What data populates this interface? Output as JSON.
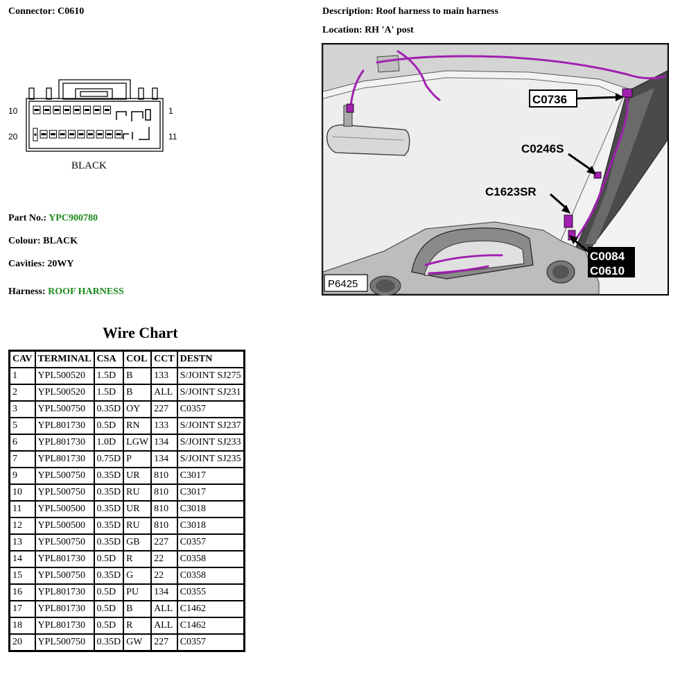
{
  "connector": {
    "label": "Connector:",
    "value": "C0610"
  },
  "description": {
    "label": "Description:",
    "value": "Roof harness to main harness"
  },
  "location": {
    "label": "Location:",
    "value": "RH 'A' post"
  },
  "diagram": {
    "pin_labels": {
      "top_left": "10",
      "top_right": "1",
      "bottom_left": "20",
      "bottom_right": "11"
    },
    "colour_caption": "BLACK"
  },
  "part_no": {
    "label": "Part No.:",
    "value": "YPC900780"
  },
  "colour": {
    "label": "Colour:",
    "value": "BLACK"
  },
  "cavities": {
    "label": "Cavities:",
    "value": "20WY"
  },
  "harness": {
    "label": "Harness:",
    "value": "ROOF HARNESS"
  },
  "photo": {
    "callouts": [
      "C0736",
      "C0246S",
      "C1623SR",
      "C0084",
      "C0610"
    ],
    "ref": "P6425"
  },
  "colors": {
    "harness_purple": "#a020b0",
    "link_green": "#1a8a1a"
  },
  "wire_chart": {
    "title": "Wire Chart",
    "headers": [
      "CAV",
      "TERMINAL",
      "CSA",
      "COL",
      "CCT",
      "DESTN"
    ],
    "rows": [
      [
        "1",
        "YPL500520",
        "1.5D",
        "B",
        "133",
        "S/JOINT SJ275"
      ],
      [
        "2",
        "YPL500520",
        "1.5D",
        "B",
        "ALL",
        "S/JOINT SJ231"
      ],
      [
        "3",
        "YPL500750",
        "0.35D",
        "OY",
        "227",
        "C0357"
      ],
      [
        "5",
        "YPL801730",
        "0.5D",
        "RN",
        "133",
        "S/JOINT SJ237"
      ],
      [
        "6",
        "YPL801730",
        "1.0D",
        "LGW",
        "134",
        "S/JOINT SJ233"
      ],
      [
        "7",
        "YPL801730",
        "0.75D",
        "P",
        "134",
        "S/JOINT SJ235"
      ],
      [
        "9",
        "YPL500750",
        "0.35D",
        "UR",
        "810",
        "C3017"
      ],
      [
        "10",
        "YPL500750",
        "0.35D",
        "RU",
        "810",
        "C3017"
      ],
      [
        "11",
        "YPL500500",
        "0.35D",
        "UR",
        "810",
        "C3018"
      ],
      [
        "12",
        "YPL500500",
        "0.35D",
        "RU",
        "810",
        "C3018"
      ],
      [
        "13",
        "YPL500750",
        "0.35D",
        "GB",
        "227",
        "C0357"
      ],
      [
        "14",
        "YPL801730",
        "0.5D",
        "R",
        "22",
        "C0358"
      ],
      [
        "15",
        "YPL500750",
        "0.35D",
        "G",
        "22",
        "C0358"
      ],
      [
        "16",
        "YPL801730",
        "0.5D",
        "PU",
        "134",
        "C0355"
      ],
      [
        "17",
        "YPL801730",
        "0.5D",
        "B",
        "ALL",
        "C1462"
      ],
      [
        "18",
        "YPL801730",
        "0.5D",
        "R",
        "ALL",
        "C1462"
      ],
      [
        "20",
        "YPL500750",
        "0.35D",
        "GW",
        "227",
        "C0357"
      ]
    ]
  }
}
